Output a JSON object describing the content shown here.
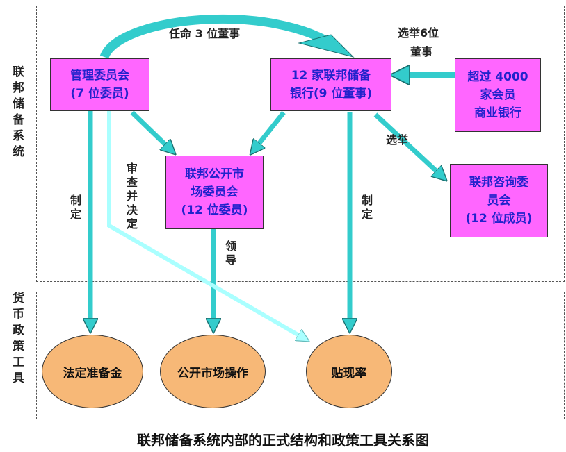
{
  "regions": {
    "system_label": "联邦储备系统",
    "tools_label": "货币政策工具"
  },
  "nodes": {
    "board": [
      "管理委员会",
      "(7 位委员)"
    ],
    "banks": [
      "12 家联邦储备",
      "银行(9 位董事)"
    ],
    "members": [
      "超过 4000",
      "家会员",
      "商业银行"
    ],
    "fomc": [
      "联邦公开市",
      "场委员会",
      "(12 位委员)"
    ],
    "advisory": [
      "联邦咨询委",
      "员会",
      "(12 位成员)"
    ]
  },
  "tools": {
    "reserve": "法定准备金",
    "open_market": "公开市场操作",
    "discount": "贴现率"
  },
  "edges": {
    "appoint": "任命 3 位董事",
    "elect6_line1": "选举6位",
    "elect6_line2": "董事",
    "elect": "选举",
    "set_left": "制定",
    "review": "审查并决定",
    "lead": "领导",
    "set_right": "制定"
  },
  "colors": {
    "box_fill": "#ff66ff",
    "box_text": "#2222cc",
    "oval_fill": "#f7b877",
    "arrow_fill": "#33cccc",
    "review_arrow": "#aaffff"
  },
  "caption": "联邦储备系统内部的正式结构和政策工具关系图"
}
